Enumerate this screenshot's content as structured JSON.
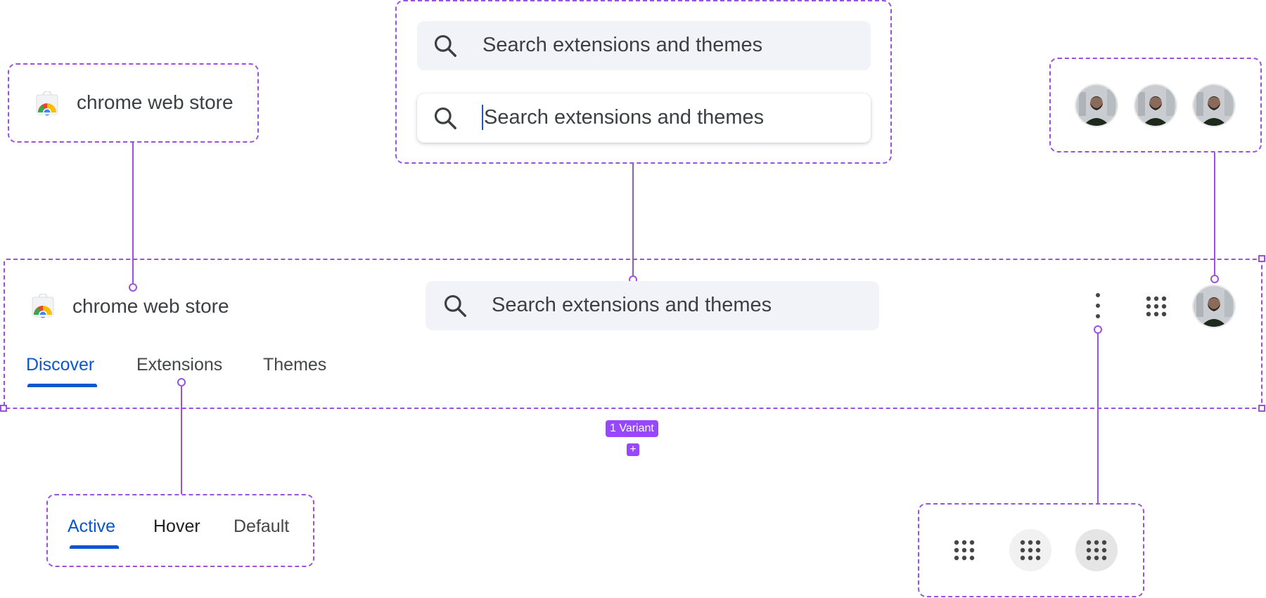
{
  "brand": {
    "name": "chrome web store"
  },
  "search": {
    "placeholder": "Search extensions and themes"
  },
  "tabs": [
    "Discover",
    "Extensions",
    "Themes"
  ],
  "tab_states": [
    "Active",
    "Hover",
    "Default"
  ],
  "variant_badge": "1 Variant",
  "plus_label": "+",
  "colors": {
    "annotation": "#9b51e0",
    "active_tab": "#0b57d0",
    "search_bg": "#f1f3f8"
  },
  "icons": [
    "chrome-web-store-logo",
    "search-icon",
    "more-vert-icon",
    "apps-grid-icon",
    "avatar"
  ]
}
